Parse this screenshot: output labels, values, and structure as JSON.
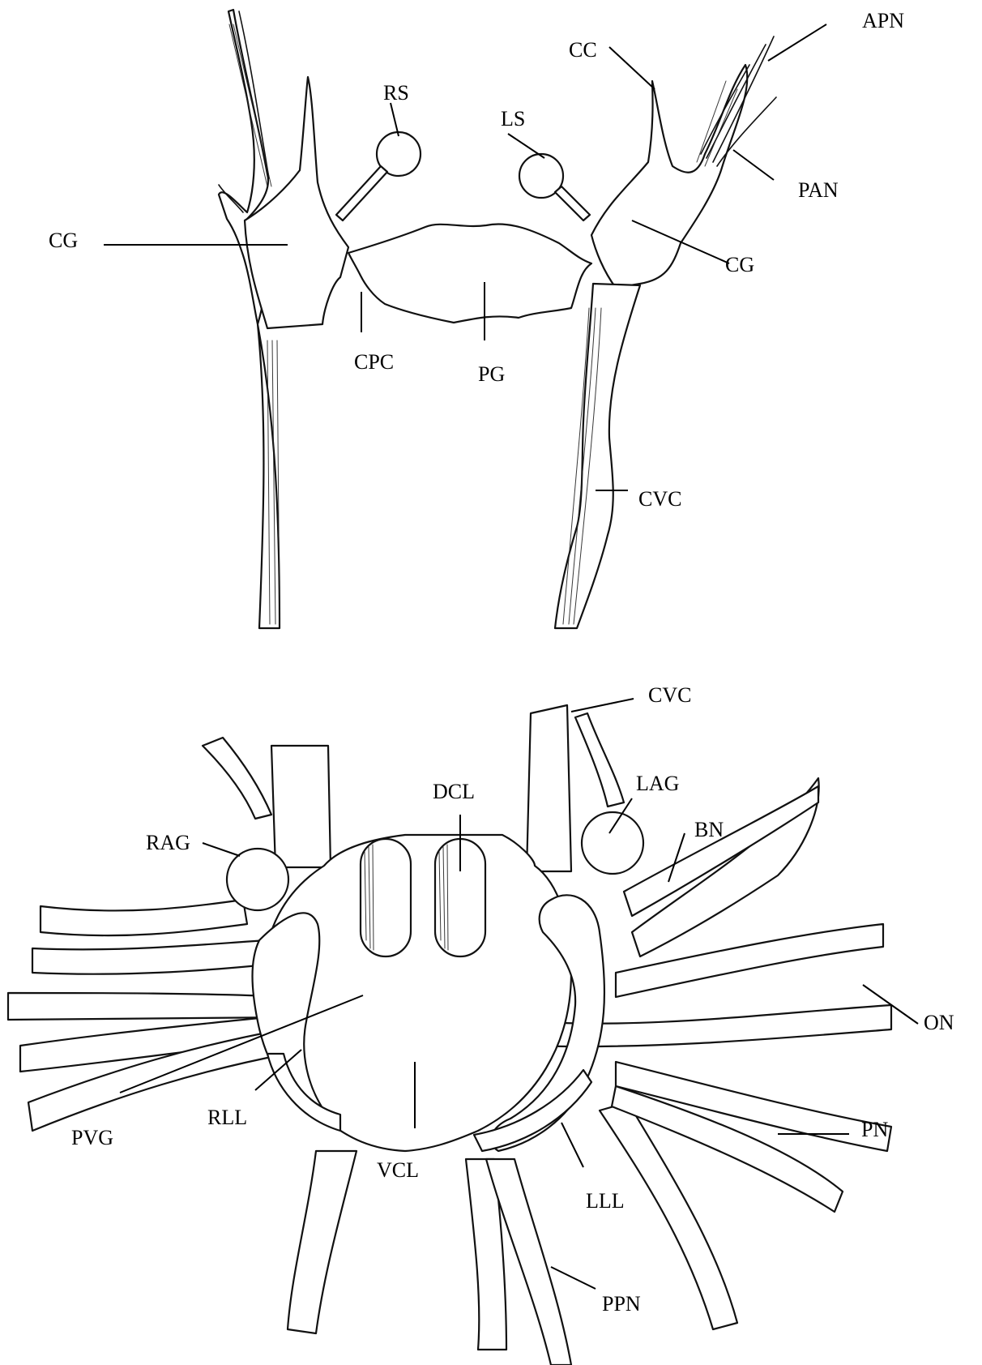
{
  "labels": {
    "apn": "APN",
    "cc": "CC",
    "rs": "RS",
    "ls": "LS",
    "pan": "PAN",
    "cg_left": "CG",
    "cg_right": "CG",
    "cpc": "CPC",
    "pg": "PG",
    "cvc_top": "CVC",
    "cvc_bottom": "CVC",
    "dcl": "DCL",
    "lag": "LAG",
    "bn": "BN",
    "rag": "RAG",
    "on": "ON",
    "pvg": "PVG",
    "rll": "RLL",
    "vcl": "VCL",
    "pn": "PN",
    "lll": "LLL",
    "ppn": "PPN"
  }
}
